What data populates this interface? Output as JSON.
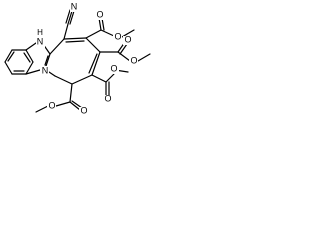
{
  "diagram": {
    "atoms": {
      "n_ring": "N",
      "nh": "N",
      "h": "H",
      "cyano_n": "N",
      "o": "O"
    }
  }
}
